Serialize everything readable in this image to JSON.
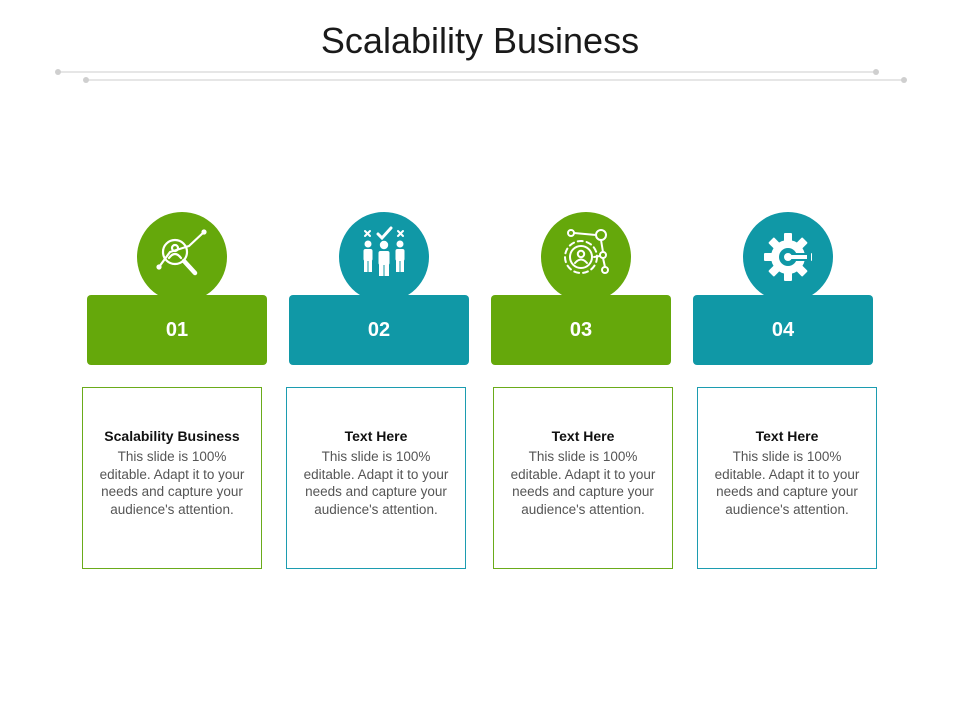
{
  "slide": {
    "title": "Scalability Business",
    "colors": {
      "green": "#65a80b",
      "teal": "#1098a6",
      "divider": "#d6d6d6"
    }
  },
  "steps": [
    {
      "number": "01",
      "icon": "magnifier-chart-icon",
      "color": "green",
      "heading": "Scalability Business",
      "body": "This slide is 100% editable. Adapt it to your needs and capture your audience's attention."
    },
    {
      "number": "02",
      "icon": "team-approval-icon",
      "color": "teal",
      "heading": "Text Here",
      "body": "This slide is 100% editable. Adapt it to your needs and capture your audience's attention."
    },
    {
      "number": "03",
      "icon": "gear-network-icon",
      "color": "green",
      "heading": "Text Here",
      "body": "This slide is 100% editable. Adapt it to your needs and capture your audience's attention."
    },
    {
      "number": "04",
      "icon": "gear-tool-icon",
      "color": "teal",
      "heading": "Text Here",
      "body": "This slide is 100% editable. Adapt it to your needs and capture your audience's attention."
    }
  ]
}
